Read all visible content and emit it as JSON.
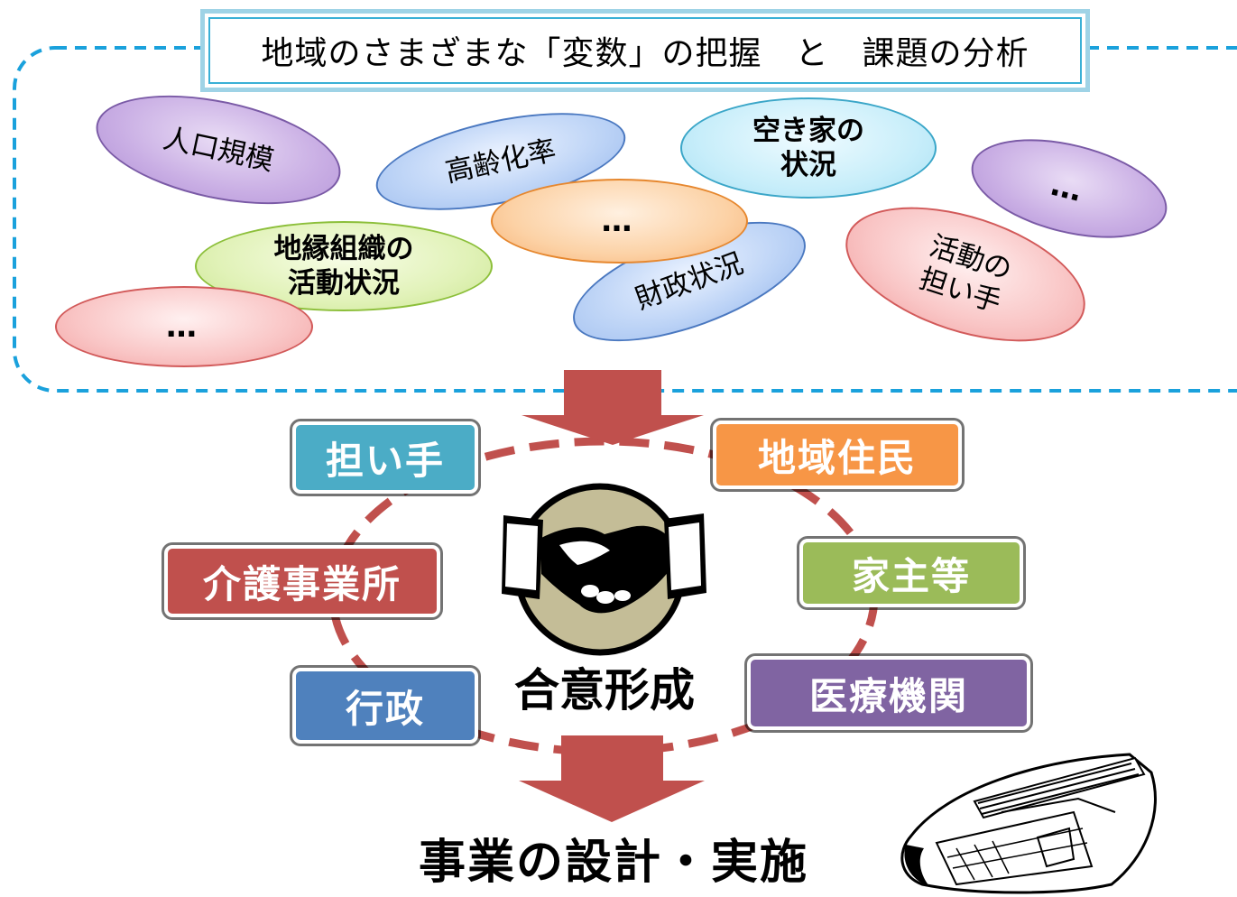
{
  "header": {
    "title": "地域のさまざまな「変数」の把握　と　課題の分析"
  },
  "variables": [
    {
      "label": "人口規模"
    },
    {
      "label": "高齢化率"
    },
    {
      "label": "空き家の\n状況"
    },
    {
      "label": "…"
    },
    {
      "label": "…"
    },
    {
      "label": "地縁組織の\n活動状況"
    },
    {
      "label": "財政状況"
    },
    {
      "label": "活動の\n担い手"
    },
    {
      "label": "…"
    }
  ],
  "stakeholders": [
    {
      "label": "担い手",
      "color": "#4bacc6"
    },
    {
      "label": "地域住民",
      "color": "#f79646"
    },
    {
      "label": "介護事業所",
      "color": "#c0504d"
    },
    {
      "label": "家主等",
      "color": "#9bbb59"
    },
    {
      "label": "行政",
      "color": "#4f81bd"
    },
    {
      "label": "医療機関",
      "color": "#8064a2"
    }
  ],
  "center": {
    "label": "合意形成"
  },
  "result": {
    "label": "事業の設計・実施"
  },
  "icons": [
    "handshake-icon",
    "blueprint-icon"
  ],
  "colors": {
    "dashed_border": "#1aa1dc",
    "arrow": "#c0504d",
    "circle_dash": "#c0504d",
    "handshake_bg": "#c4bd97"
  }
}
